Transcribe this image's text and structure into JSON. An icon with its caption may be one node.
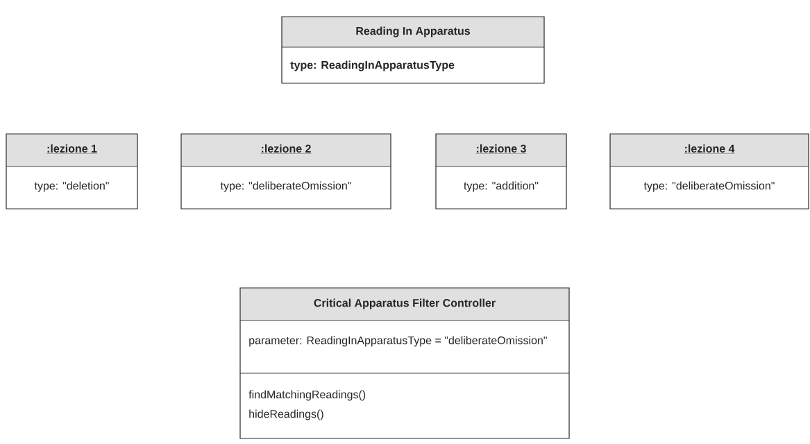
{
  "diagram": {
    "nodes": [
      {
        "text": [
          "Reading In Apparatus",
          "type: ReadingInApparatusType"
        ]
      },
      {
        "text": [
          ":lezione 1",
          "type: \"deletion\""
        ]
      },
      {
        "text": [
          ":lezione 2",
          "type: \"deliberateOmission\""
        ]
      },
      {
        "text": [
          ":lezione 3",
          "type: \"addition\""
        ]
      },
      {
        "text": [
          ":lezione 4",
          "type: \"deliberateOmission\""
        ]
      },
      {
        "text": [
          "Critical Apparatus Filter Controller",
          "parameter: ReadingInApparatusType = \"deliberateOmission\"",
          "findMatchingReadings()",
          "hideReadings()"
        ]
      }
    ]
  }
}
